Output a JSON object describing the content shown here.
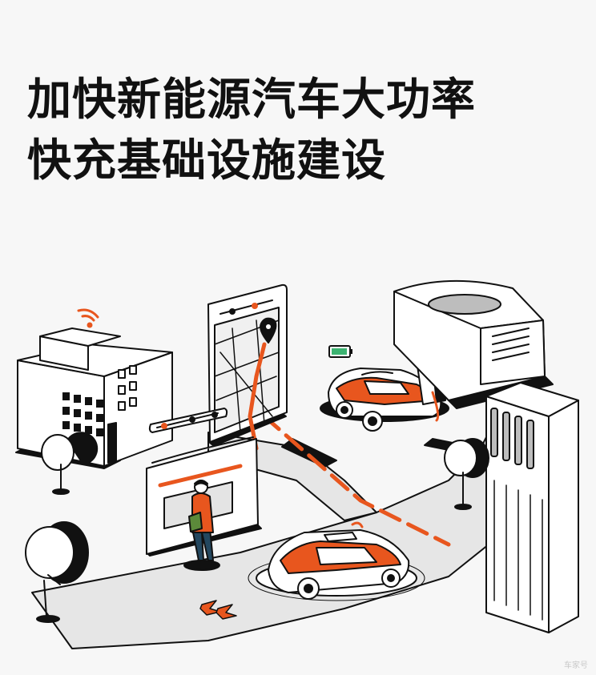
{
  "headline": {
    "line1": "加快新能源汽车大功率",
    "line2": "快充基础设施建设"
  },
  "watermark": "车家号",
  "colors": {
    "accent": "#e8561e",
    "ink": "#111111",
    "road": "#e4e4e4",
    "background": "#f7f7f7",
    "battery": "#3cb371",
    "coat": "#e8561e",
    "satchel": "#5c8a3a",
    "trousers": "#23475f"
  },
  "icons": [
    "wifi-signal-icon",
    "map-pin-icon",
    "battery-icon",
    "solar-panel-icon",
    "route-arrows-icon"
  ]
}
